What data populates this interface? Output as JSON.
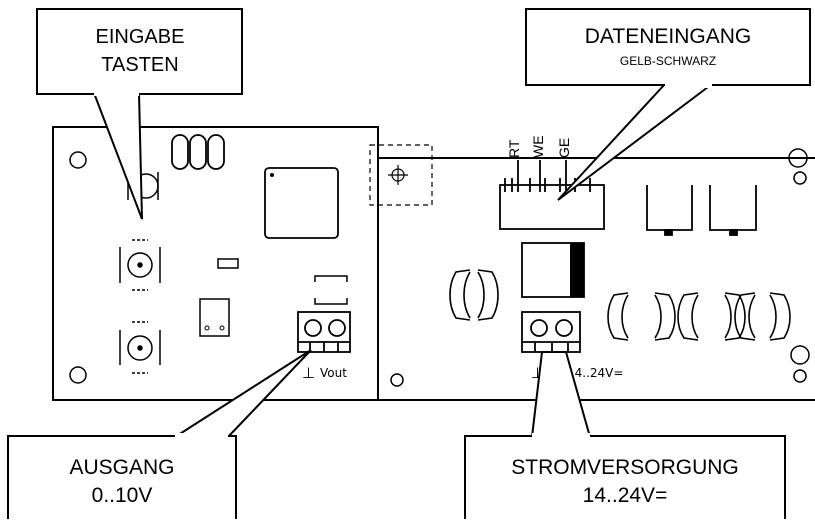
{
  "callouts": {
    "eingabe": {
      "line1": "EINGABE",
      "line2": "TASTEN"
    },
    "dateneingang": {
      "title": "DATENEINGANG",
      "subtitle": "GELB-SCHWARZ"
    },
    "ausgang": {
      "line1": "AUSGANG",
      "line2": "0..10V"
    },
    "stromversorgung": {
      "line1": "STROMVERSORGUNG",
      "line2": "14..24V="
    }
  },
  "board": {
    "wire_labels": [
      "RT",
      "WE",
      "GE"
    ],
    "output_terminal_label": "Vout",
    "power_terminal_label": "14..24V=",
    "ground_symbol": "⊥"
  }
}
